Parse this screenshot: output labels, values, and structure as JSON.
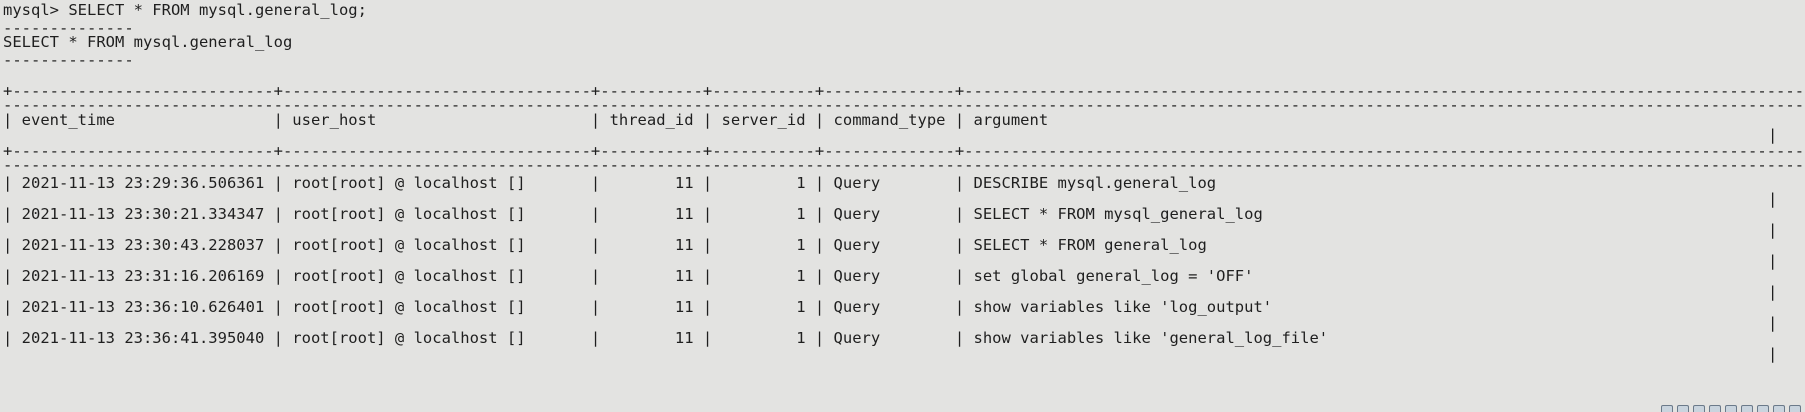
{
  "terminal": {
    "lines": [
      "mysql> SELECT * FROM mysql.general_log;",
      "--------------",
      "SELECT * FROM mysql.general_log",
      "--------------",
      "",
      "+----------------------------+---------------------------------+-----------+-----------+--------------+--------------------------------------------------------------------------------------------------------------------------------------------------------------------------------------------+",
      "| event_time                 | user_host                       | thread_id | server_id | command_type | argument",
      "+----------------------------+---------------------------------+-----------+-----------+--------------+--------------------------------------------------------------------------------------------------------------------------------------------------------------------------------------------+",
      "| 2021-11-13 23:29:36.506361 | root[root] @ localhost []       |        11 |         1 | Query        | DESCRIBE mysql.general_log",
      "| 2021-11-13 23:30:21.334347 | root[root] @ localhost []       |        11 |         1 | Query        | SELECT * FROM mysql_general_log",
      "| 2021-11-13 23:30:43.228037 | root[root] @ localhost []       |        11 |         1 | Query        | SELECT * FROM general_log",
      "| 2021-11-13 23:31:16.206169 | root[root] @ localhost []       |        11 |         1 | Query        | set global general_log = 'OFF'",
      "| 2021-11-13 23:36:10.626401 | root[root] @ localhost []       |        11 |         1 | Query        | show variables like 'log_output'",
      "| 2021-11-13 23:36:41.395040 | root[root] @ localhost []       |        11 |         1 | Query        | show variables like 'general_log_file'"
    ],
    "border_tail": "-----------------------------------------------------------------------------------------------------------------------------------------------------------------------------------------------------------------------------------------------+",
    "wrap_char": "|"
  },
  "statusbar": {
    "icons": [
      "network-icon",
      "volume-icon",
      "battery-icon",
      "display-icon",
      "keyboard-icon",
      "user-icon",
      "window-icon",
      "window-icon-2",
      "window-icon-3"
    ]
  }
}
